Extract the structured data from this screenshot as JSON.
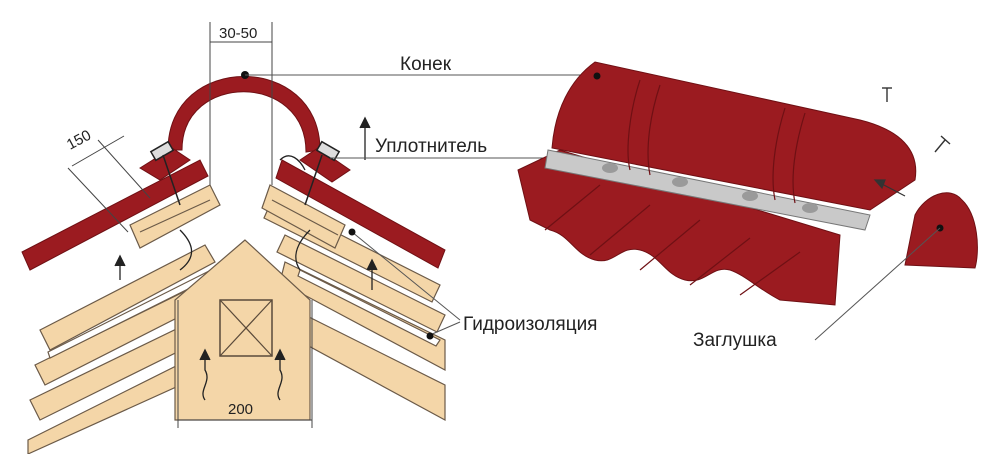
{
  "labels": {
    "ridge": "Конек",
    "sealant": "Уплотнитель",
    "waterproofing": "Гидроизоляция",
    "end_cap": "Заглушка"
  },
  "dimensions": {
    "ridge_gap": "30-50",
    "overlap": "150",
    "base_width": "200"
  },
  "colors": {
    "metal": "#9b1b20",
    "metal_dark": "#6f1014",
    "wood": "#f4d6a8",
    "wood_line": "#6b5a48",
    "line": "#555555"
  }
}
